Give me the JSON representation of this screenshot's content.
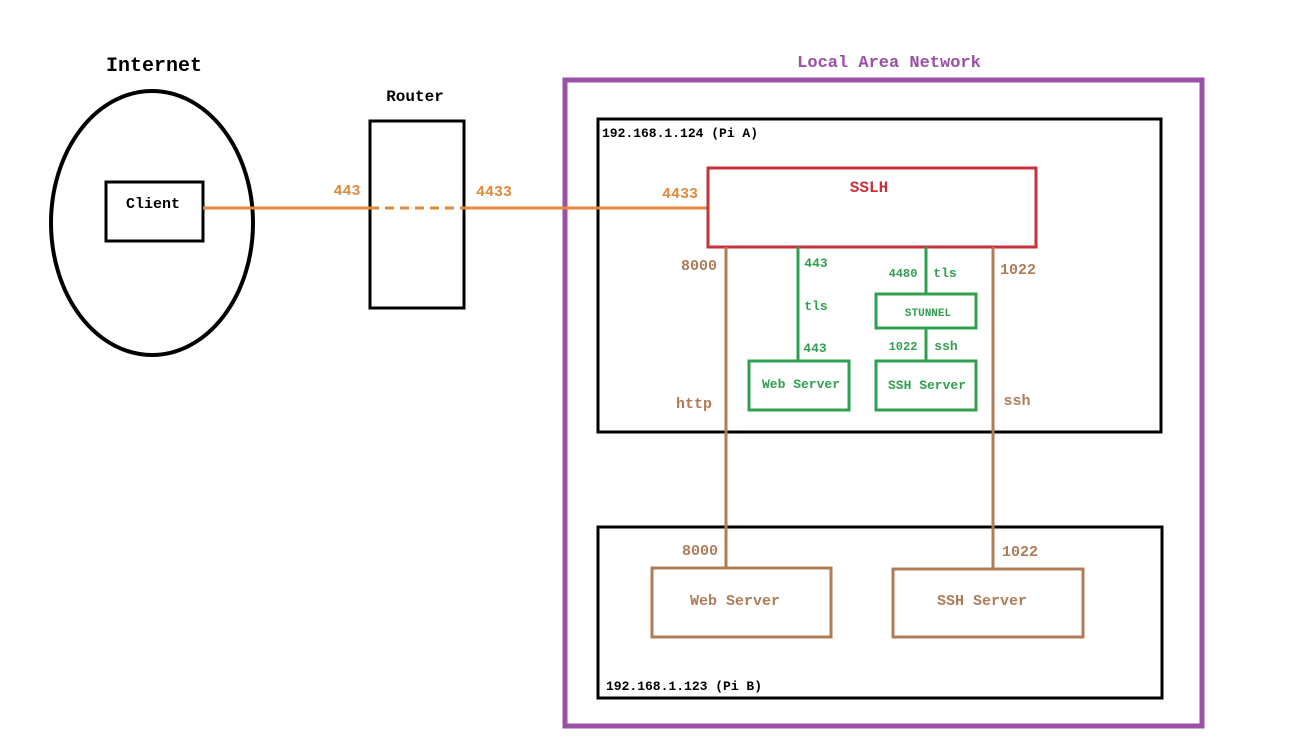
{
  "labels": {
    "internet": "Internet",
    "router": "Router",
    "lan": "Local Area Network",
    "client": "Client",
    "pi_a": "192.168.1.124 (Pi A)",
    "pi_b": "192.168.1.123 (Pi B)",
    "sslh": "SSLH",
    "stunnel": "STUNNEL",
    "web_server_a": "Web Server",
    "ssh_server_a": "SSH Server",
    "web_server_b": "Web Server",
    "ssh_server_b": "SSH Server"
  },
  "ports": {
    "client_out": "443",
    "router_out": "4433",
    "sslh_in": "4433",
    "sslh_http": "8000",
    "sslh_web": "443",
    "web_tls": "tls",
    "web_in": "443",
    "sslh_stunnel": "4480",
    "stunnel_tls": "tls",
    "stunnel_out": "1022",
    "stunnel_ssh": "ssh",
    "sslh_ssh": "1022",
    "http_label": "http",
    "ssh_label": "ssh",
    "pib_web": "8000",
    "pib_ssh": "1022"
  },
  "colors": {
    "black": "#000000",
    "orange": "#e08a3c",
    "brown": "#b07c58",
    "green": "#30a050",
    "red": "#c8303a",
    "purple": "#9b4fa6"
  }
}
